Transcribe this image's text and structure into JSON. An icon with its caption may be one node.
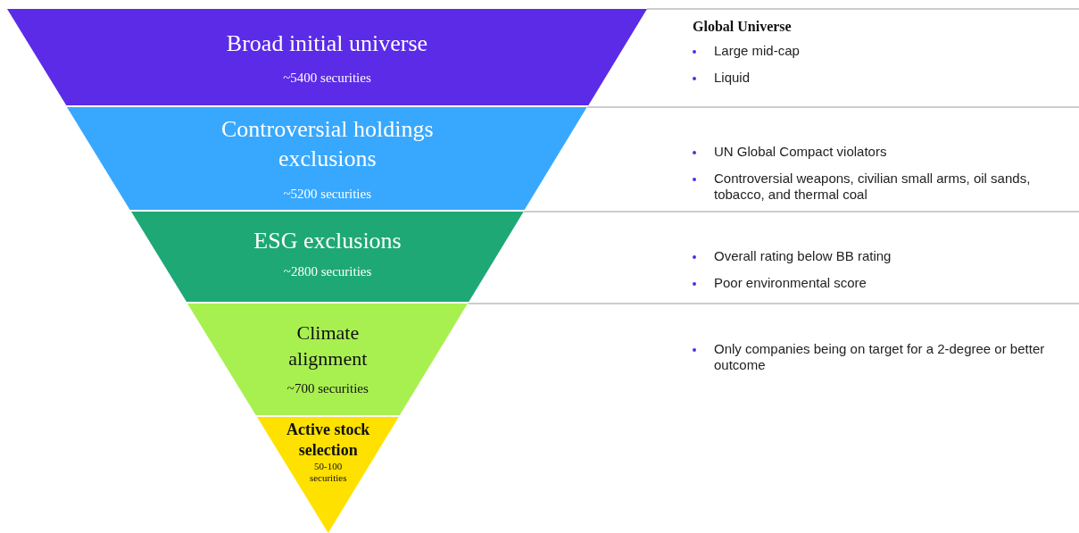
{
  "diagram": {
    "nodes": [
      {
        "text": [
          "Broad initial universe",
          "~5400 securities"
        ]
      },
      {
        "text": [
          "Controversial holdings exclusions",
          "~5200 securities"
        ]
      },
      {
        "text": [
          "ESG exclusions",
          "~2800 securities"
        ]
      },
      {
        "text": [
          "Climate alignment",
          "~700 securities"
        ]
      },
      {
        "text": [
          "Active stock selection",
          "50-100 securities"
        ]
      }
    ],
    "labels": [
      "Global Universe",
      "Large mid-cap",
      "Liquid",
      "UN Global Compact violators",
      "Controversial weapons, civilian small arms, oil sands, tobacco, and thermal coal",
      "Overall rating below BB rating",
      "Poor environmental score",
      "Only companies being on target for a 2-degree or better outcome"
    ]
  }
}
